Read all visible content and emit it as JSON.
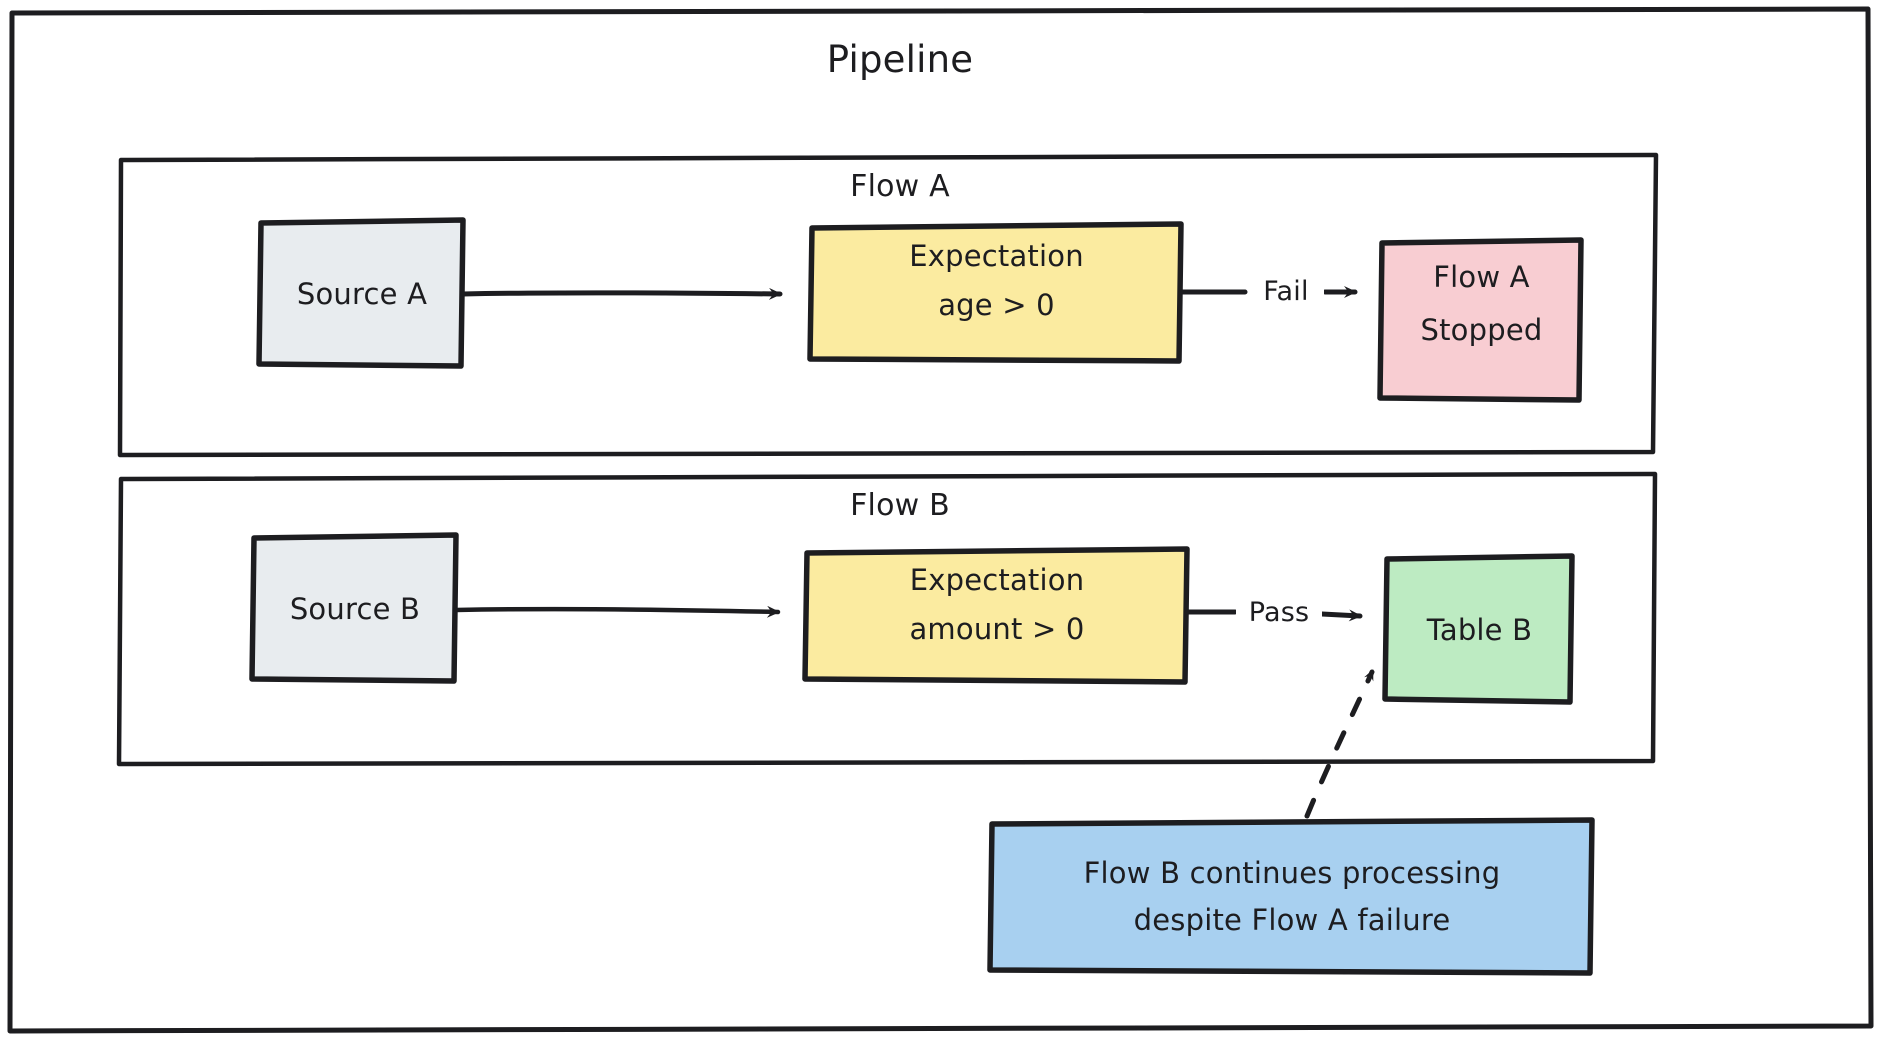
{
  "diagram": {
    "type": "flowchart",
    "title": "Pipeline",
    "style": "hand-drawn sketch",
    "colors": {
      "stroke": "#1d1d20",
      "canvas": "#ffffff",
      "source_fill": "#e8ecef",
      "expectation_fill": "#fbeba0",
      "stopped_fill": "#f8cdd2",
      "table_fill": "#bdebc2",
      "note_fill": "#a8d0f0"
    },
    "containers": [
      {
        "id": "pipeline",
        "label": "Pipeline"
      },
      {
        "id": "flow_a",
        "label": "Flow A"
      },
      {
        "id": "flow_b",
        "label": "Flow B"
      }
    ],
    "nodes": [
      {
        "id": "source_a",
        "label": "Source A",
        "group": "flow_a",
        "fill": "source_fill"
      },
      {
        "id": "expectation_a",
        "line1": "Expectation",
        "line2": "age > 0",
        "group": "flow_a",
        "fill": "expectation_fill"
      },
      {
        "id": "flow_a_stopped",
        "line1": "Flow A",
        "line2": "Stopped",
        "group": "flow_a",
        "fill": "stopped_fill"
      },
      {
        "id": "source_b",
        "label": "Source B",
        "group": "flow_b",
        "fill": "source_fill"
      },
      {
        "id": "expectation_b",
        "line1": "Expectation",
        "line2": "amount > 0",
        "group": "flow_b",
        "fill": "expectation_fill"
      },
      {
        "id": "table_b",
        "label": "Table B",
        "group": "flow_b",
        "fill": "table_fill"
      }
    ],
    "edges": [
      {
        "from": "source_a",
        "to": "expectation_a",
        "label": "",
        "style": "solid"
      },
      {
        "from": "expectation_a",
        "to": "flow_a_stopped",
        "label": "Fail",
        "style": "solid"
      },
      {
        "from": "source_b",
        "to": "expectation_b",
        "label": "",
        "style": "solid"
      },
      {
        "from": "expectation_b",
        "to": "table_b",
        "label": "Pass",
        "style": "solid"
      },
      {
        "from": "note",
        "to": "table_b",
        "label": "",
        "style": "dashed"
      }
    ],
    "note": {
      "id": "note",
      "line1": "Flow B continues processing",
      "line2": "despite Flow A failure",
      "fill": "note_fill"
    }
  }
}
